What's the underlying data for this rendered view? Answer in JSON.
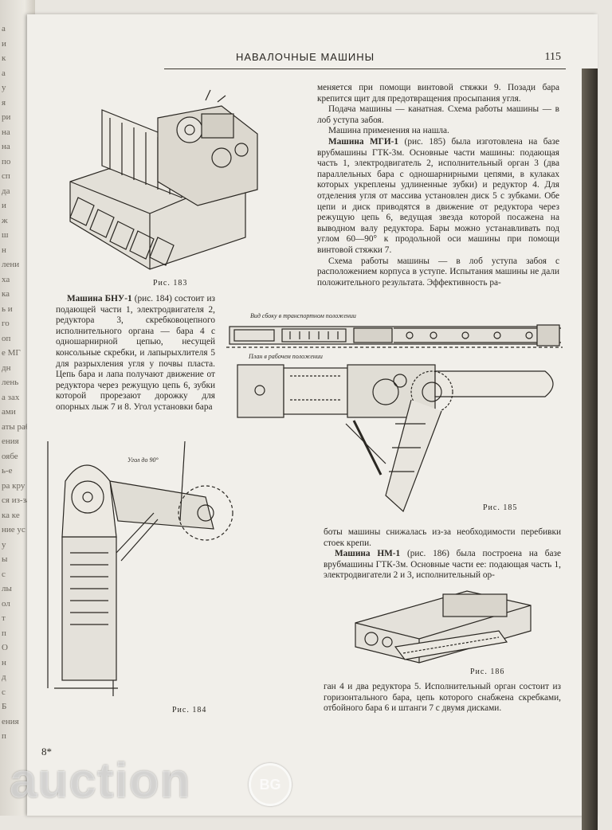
{
  "header": {
    "title": "НАВАЛОЧНЫЕ МАШИНЫ",
    "page_number": "115"
  },
  "captions": {
    "fig183": "Рис. 183",
    "fig184": "Рис. 184",
    "fig185": "Рис. 185",
    "fig186": "Рис. 186"
  },
  "fig185_labels": {
    "side_view": "Вид сбоку в транспортном положении",
    "plan_view": "План в рабочем положении"
  },
  "fig184_labels": {
    "angle": "Угол до 90°"
  },
  "right_col_top": [
    "меняется при помощи винтовой стяжки 9. Позади бара крепится щит для предотвращения просыпания угля.",
    "Подача машины — канатная. Схема работы машины — в лоб уступа забоя.",
    "Машина применения на нашла."
  ],
  "mgi": {
    "heading": "Машина МГИ-1",
    "text": " (рис. 185) была изготовлена на базе врубмашины ГТК-3м. Основные части машины: подающая часть 1, электродвигатель 2, исполнительный орган 3 (два параллельных бара с одношарнирными цепями, в кулаках которых укреплены удлиненные зубки) и редуктор 4. Для отделения угля от массива установлен диск 5 с зубками. Обе цепи и диск приводятся в движение от редуктора через режущую цепь 6, ведущая звезда которой посажена на выводном валу редуктора. Бары можно устанавливать под углом 60—90° к продольной оси машины при помощи винтовой стяжки 7.",
    "scheme": "Схема работы машины — в лоб уступа забоя с расположением корпуса в уступе. Испытания машины не дали положительного результата. Эффективность ра-"
  },
  "bnu": {
    "heading": "Машина БНУ-1",
    "text": " (рис. 184) состоит из подающей части 1, электродвигателя 2, редуктора 3, скребковоцепного исполнительного органа — бара 4 с одношарнирной цепью, несущей консольные скребки, и лапырыхлителя 5 для разрыхления угля у почвы пласта. Цепь бара и лапа получают движение от редуктора через режущую цепь 6, зубки которой прорезают дорожку для опорных лыж 7 и 8. Угол установки бара"
  },
  "mid_right": "боты машины снижалась из-за необходимости перебивки стоек крепи.",
  "nm": {
    "heading": "Машина НМ-1",
    "text": " (рис. 186) была построена на базе врубмашины ГТК-3м. Основные части ее: подающая часть 1, электродвигатели 2 и 3, исполнительный ор-"
  },
  "bottom_right": "ган 4 и два редуктора 5. Исполнительный орган состоит из горизонтального бара, цепь которого снабжена скребками, отбойного бара 6 и штанги 7 с двумя дисками.",
  "footer": {
    "signature_mark": "8*"
  },
  "watermark": {
    "text": "auction",
    "badge": "BG"
  },
  "prev_page_fragments": [
    "а",
    "и",
    "к",
    "а",
    "у",
    "я",
    "ри",
    "на",
    "на",
    "по",
    "сп",
    "да",
    "и",
    "ж",
    "ш",
    "н",
    "лени",
    "ха",
    "ка",
    "ь и",
    "го",
    "оп",
    "е МГ",
    "дн",
    "лень",
    "а зах",
    "ами",
    "аты рабо",
    "ения",
    "оябе",
    "ь-е",
    "ра кру",
    "ся из-за",
    "ка ке",
    "ние ус",
    "у",
    "ы",
    "с",
    "лы",
    "ол",
    "т",
    "п",
    "О",
    "н",
    "д",
    "с",
    "Б",
    "ения",
    "п"
  ],
  "colors": {
    "paper": "#f1efea",
    "ink": "#2a2722",
    "background": "#e9e6e0"
  }
}
